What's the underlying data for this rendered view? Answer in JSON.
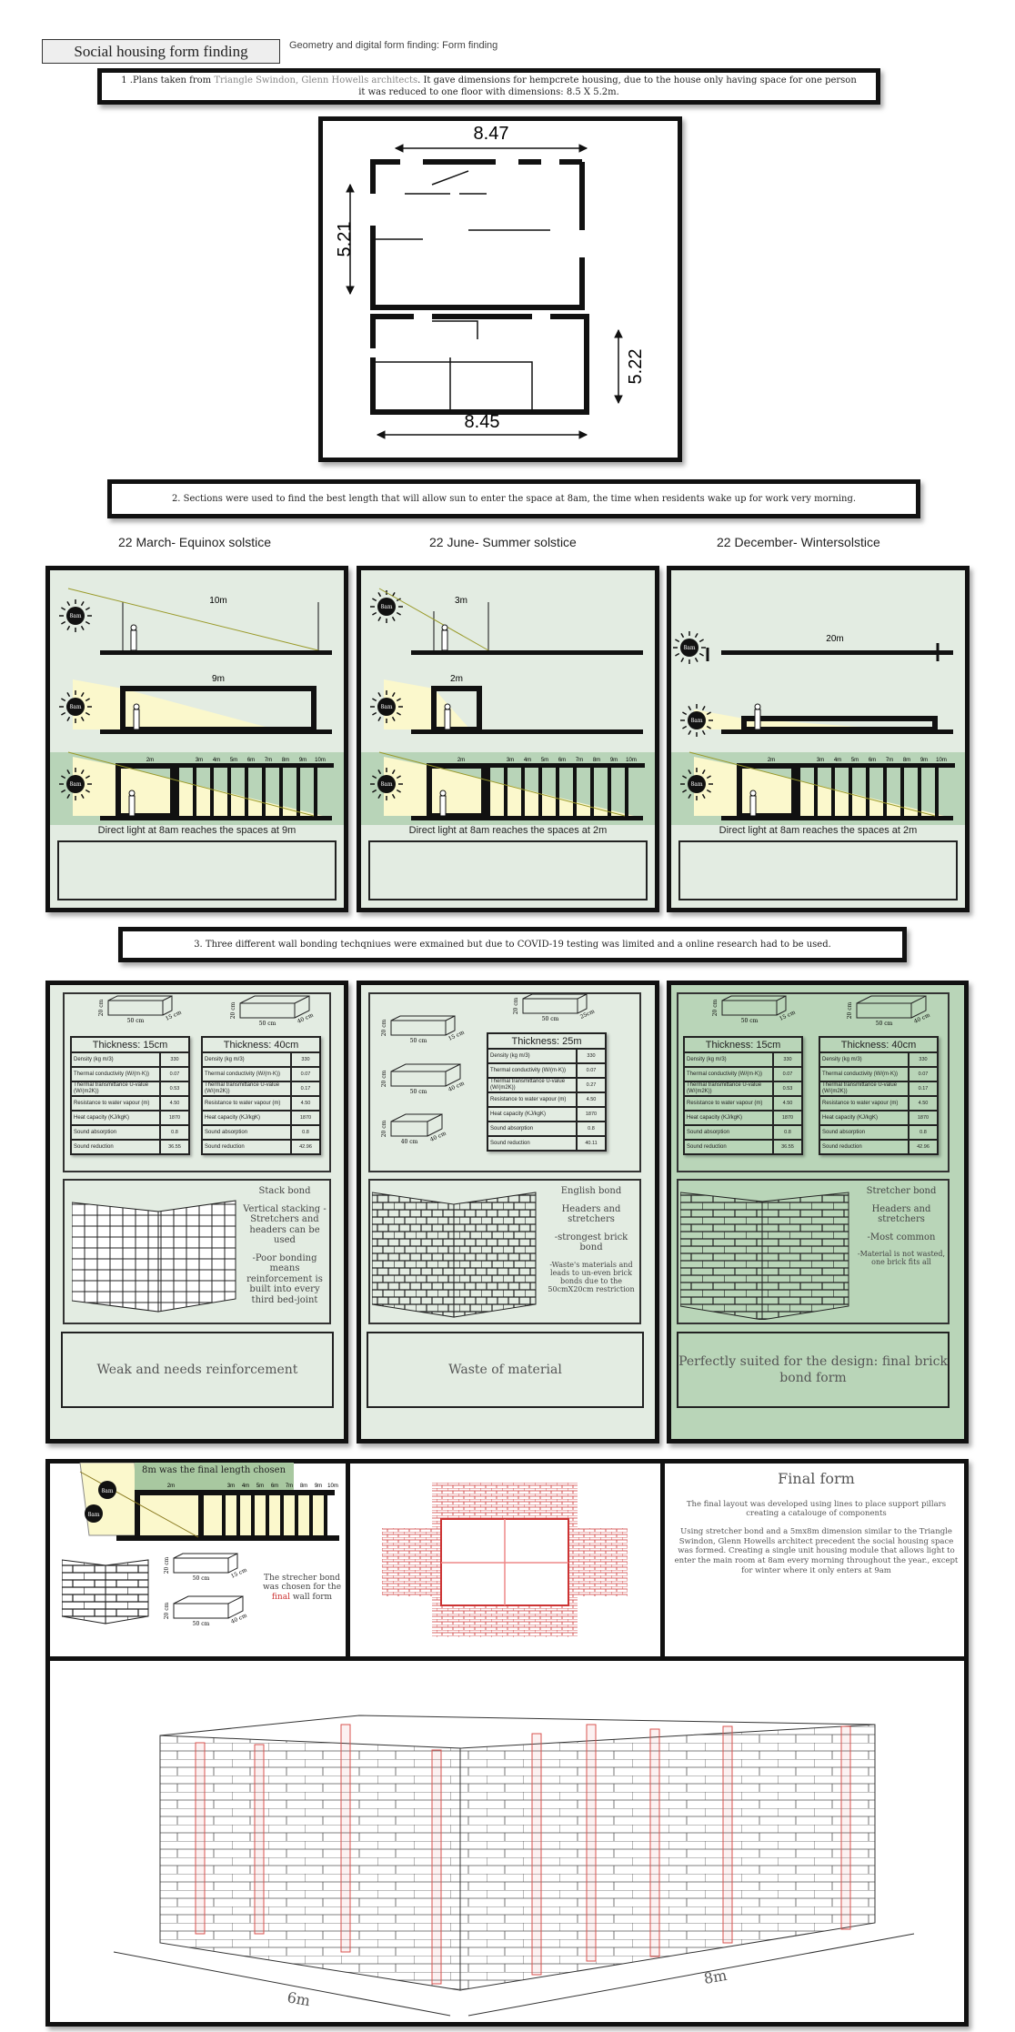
{
  "header": {
    "title": "Social housing form finding",
    "subtitle": "Geometry and digital form finding: Form finding"
  },
  "step1": {
    "text_a": "1 .Plans taken from ",
    "text_link": "Triangle Swindon, Glenn Howells architects",
    "text_b": ". It gave dimensions for hempcrete housing, due to the house only having space for one person it was reduced to one floor with dimensions: 8.5 X 5.2m."
  },
  "plan": {
    "dim_top": "8.47",
    "dim_left": "5.21",
    "dim_right": "5.22",
    "dim_bottom": "8.45"
  },
  "step2": {
    "text": "2. Sections were used to find the best length that will allow sun to enter the space at 8am, the time when residents wake up for work very morning."
  },
  "seasons": [
    {
      "title": "22 March- Equinox solstice",
      "len1": "10m",
      "len2": "9m",
      "caption": "Direct light at 8am reaches the spaces at 9m",
      "sun": "8am"
    },
    {
      "title": "22 June- Summer solstice",
      "len1": "3m",
      "len2": "2m",
      "caption": "Direct light at 8am reaches the spaces at 2m",
      "sun": "8am"
    },
    {
      "title": "22 December- Wintersolstice",
      "len1": "20m",
      "len2": "",
      "caption": "Direct light at 8am reaches the spaces at 2m",
      "sun": "8am"
    }
  ],
  "ticks": [
    "2m",
    "3m",
    "4m",
    "5m",
    "6m",
    "7m",
    "8m",
    "9m",
    "10m"
  ],
  "step3": {
    "text": "3. Three different wall bonding techqniues were exmained but due to COVID-19 testing was limited and a online research had to be used."
  },
  "brick_dims": {
    "h": "20 cm",
    "w50": "50 cm",
    "w40": "40 cm",
    "d15": "15 cm",
    "d25": "25cm",
    "d40": "40 cm"
  },
  "prop_labels": [
    "Density (kg m/3)",
    "Thermal conductivity (W/(m·K))",
    "Thermal transmittance U-value (W/(m2K))",
    "Resistance to water vapour (m)",
    "Heat capacity (KJ/kgK)",
    "Sound absorption",
    "Sound reduction"
  ],
  "tables": {
    "t15": {
      "title": "Thickness: 15cm",
      "values": [
        "330",
        "0.07",
        "0.53",
        "4.50",
        "1870",
        "0.8",
        "36.55"
      ]
    },
    "t40": {
      "title": "Thickness: 40cm",
      "values": [
        "330",
        "0.07",
        "0.17",
        "4.50",
        "1870",
        "0.8",
        "42.96"
      ]
    },
    "t25": {
      "title": "Thickness: 25m",
      "values": [
        "330",
        "0.07",
        "0.27",
        "4.50",
        "1870",
        "0.8",
        "40.11"
      ]
    }
  },
  "bonds": [
    {
      "name": "Stack bond",
      "p1": "Vertical stacking - Stretchers and headers can be used",
      "p2": "-Poor bonding means reinforcement is built into every third bed-joint",
      "verdict": "Weak and needs reinforcement"
    },
    {
      "name": "English bond",
      "p1": "Headers and stretchers",
      "p2": "-strongest brick bond",
      "p3": "-Waste's materials and leads to un-even brick bonds due to the 50cmX20cm restriction",
      "verdict": "Waste of material"
    },
    {
      "name": "Stretcher bond",
      "p1": "Headers and stretchers",
      "p2": "-Most common",
      "p3": "-Material is not wasted, one brick fits all",
      "verdict": "Perfectly suited for the design: final brick bond form"
    }
  ],
  "final_choice": {
    "banner": "8m was the final length chosen",
    "note_a": "The strecher bond was chosen for the ",
    "note_b": "final",
    "note_c": " wall form"
  },
  "final_form": {
    "title": "Final form",
    "p1": "The final layout was developed using lines to place support pillars creating a catalouge of components",
    "p2": "Using  stretcher bond and a 5mx8m dimension similar to the Triangle Swindon, Glenn Howells architect precedent the social housing space was formed. Creating a single unit housing module that allows light to enter the main room at 8am every morning throughout the year., except for winter where it only enters at 9am"
  },
  "model": {
    "dim_left": "6m",
    "dim_right": "8m"
  },
  "colors": {
    "panel": "#e3ece2",
    "panel_dark": "#b9d5b8",
    "sunlight": "#fbf8cc",
    "pillar": "#d9534f",
    "band": "#b8d4b8"
  }
}
